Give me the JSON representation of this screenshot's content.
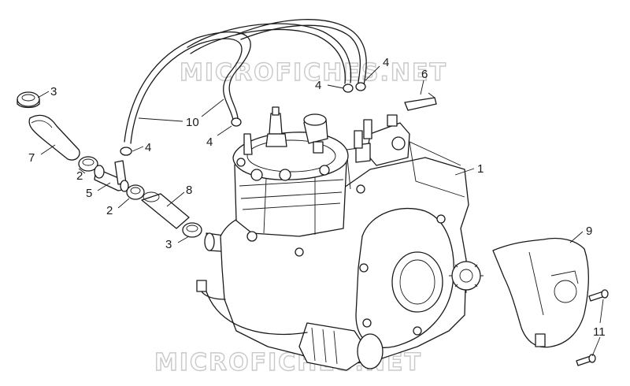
{
  "watermark": {
    "top_text": "MICROFICHES.NET",
    "bottom_text": "MICROFICHES.NET"
  },
  "callouts": [
    {
      "id": "c3a",
      "label": "3"
    },
    {
      "id": "c7",
      "label": "7"
    },
    {
      "id": "c2a",
      "label": "2"
    },
    {
      "id": "c5",
      "label": "5"
    },
    {
      "id": "c2b",
      "label": "2"
    },
    {
      "id": "c8",
      "label": "8"
    },
    {
      "id": "c3b",
      "label": "3"
    },
    {
      "id": "c10",
      "label": "10"
    },
    {
      "id": "c4a",
      "label": "4"
    },
    {
      "id": "c4b",
      "label": "4"
    },
    {
      "id": "c4c",
      "label": "4"
    },
    {
      "id": "c4d",
      "label": "4"
    },
    {
      "id": "c6",
      "label": "6"
    },
    {
      "id": "c1",
      "label": "1"
    },
    {
      "id": "c9",
      "label": "9"
    },
    {
      "id": "c11",
      "label": "11"
    }
  ]
}
